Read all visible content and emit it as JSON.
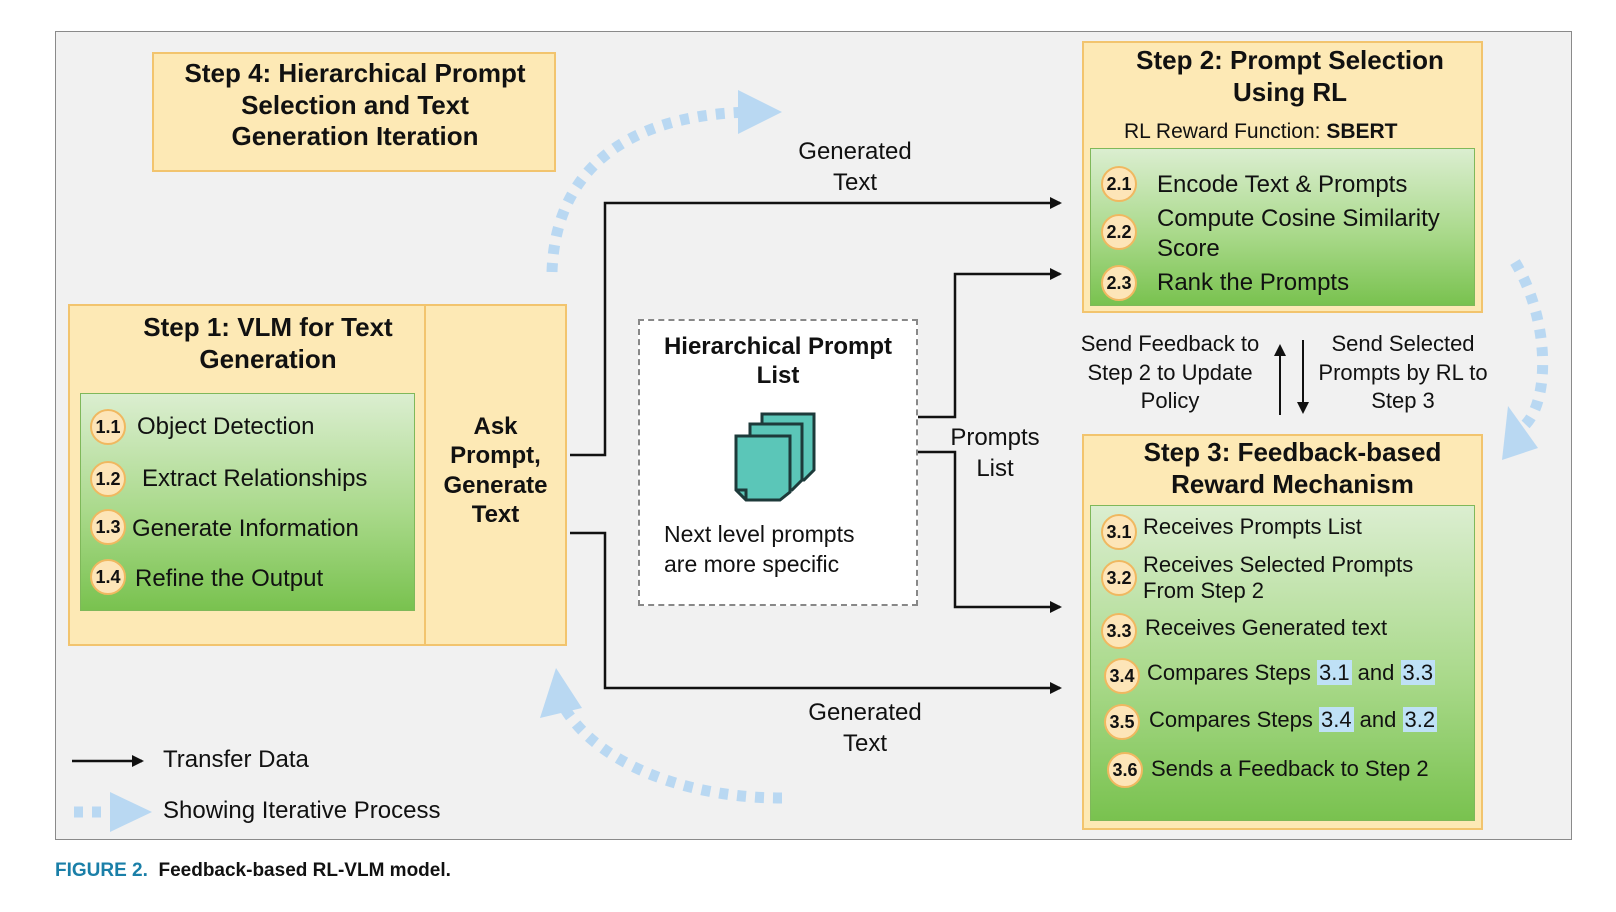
{
  "step4": {
    "title": "Step 4: Hierarchical Prompt Selection and Text Generation Iteration"
  },
  "step1": {
    "title": "Step 1: VLM for Text Generation",
    "items": [
      {
        "num": "1.1",
        "label": "Object Detection"
      },
      {
        "num": "1.2",
        "label": "Extract Relationships"
      },
      {
        "num": "1.3",
        "label": "Generate Information"
      },
      {
        "num": "1.4",
        "label": "Refine the Output"
      }
    ],
    "side": "Ask Prompt, Generate Text"
  },
  "step2": {
    "title": "Step 2: Prompt Selection Using RL",
    "reward_prefix": "RL Reward Function: ",
    "reward_value": "SBERT",
    "items": [
      {
        "num": "2.1",
        "label": "Encode Text & Prompts"
      },
      {
        "num": "2.2",
        "label": "Compute Cosine Similarity Score"
      },
      {
        "num": "2.3",
        "label": "Rank the Prompts"
      }
    ]
  },
  "step3": {
    "title": "Step 3: Feedback-based Reward Mechanism",
    "items": [
      {
        "num": "3.1",
        "label": "Receives Prompts List"
      },
      {
        "num": "3.2",
        "label": "Receives Selected Prompts From Step 2"
      },
      {
        "num": "3.3",
        "label": "Receives Generated text"
      },
      {
        "num": "3.4",
        "prefix": "Compares Steps ",
        "ref_a": "3.1",
        "mid": " and ",
        "ref_b": "3.3"
      },
      {
        "num": "3.5",
        "prefix": "Compares Steps ",
        "ref_a": "3.4",
        "mid": " and ",
        "ref_b": "3.2"
      },
      {
        "num": "3.6",
        "label": "Sends a Feedback to Step 2"
      }
    ]
  },
  "prompt_list": {
    "title": "Hierarchical Prompt List",
    "note": "Next level prompts are more specific"
  },
  "edges": {
    "generated_text_top": "Generated Text",
    "generated_text_bottom": "Generated Text",
    "prompts_list": "Prompts List",
    "feedback_up": "Send Feedback to Step 2 to Update Policy",
    "selected_down": "Send Selected Prompts by RL to Step 3"
  },
  "legend": {
    "transfer": "Transfer Data",
    "iterative": "Showing Iterative Process"
  },
  "caption": {
    "label": "FIGURE 2.",
    "text": "Feedback-based RL-VLM model."
  },
  "colors": {
    "box_fill": "#fde9b5",
    "box_border": "#f2c46e",
    "green_top": "#dbeed0",
    "green_bottom": "#79c24f",
    "iterative_arrow": "#b9d8f2",
    "caption_label": "#1a7fa8",
    "highlight": "#bfe1f6",
    "stack_icon": "#5bc6b8"
  }
}
